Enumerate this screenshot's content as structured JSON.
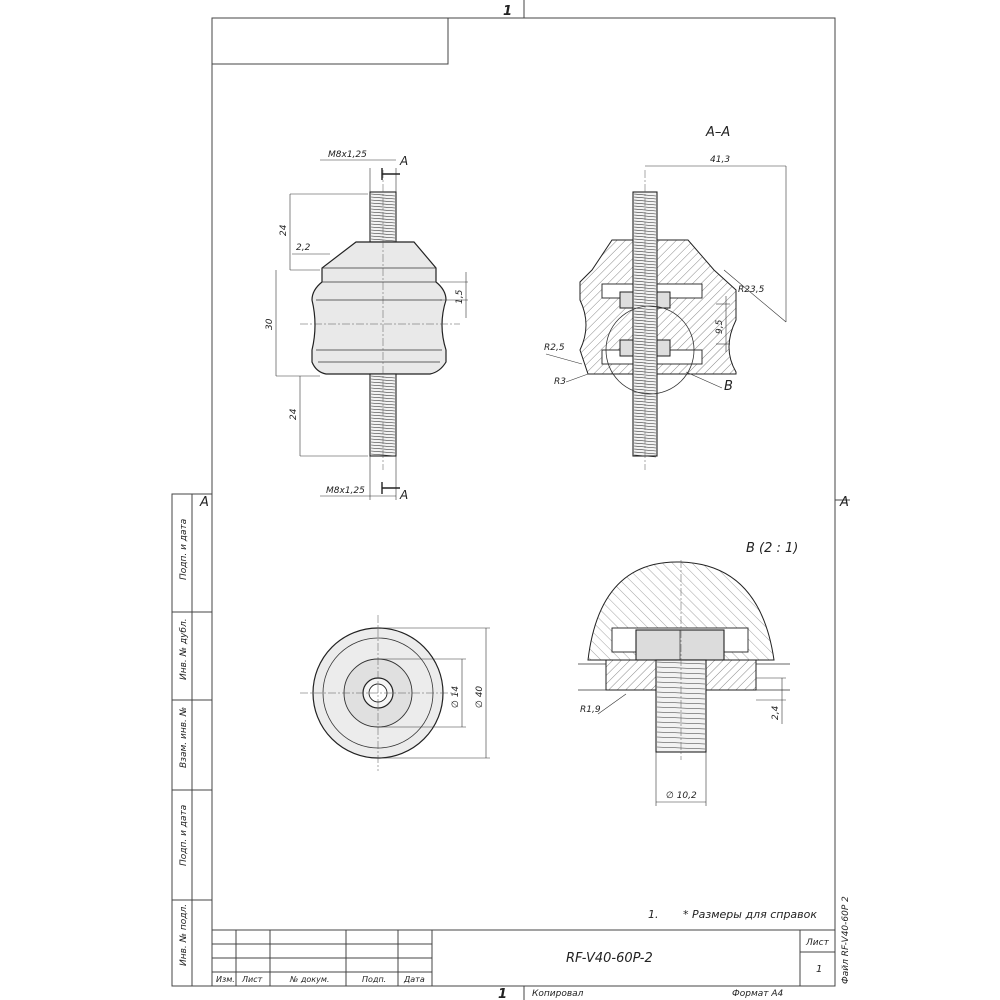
{
  "zones": {
    "top": "1",
    "bottom": "1",
    "left": "A",
    "right": "A"
  },
  "side_stamp": [
    "Подп. и дата",
    "Инв. № дубл.",
    "Взам. инв. №",
    "Подп. и дата",
    "Инв. № подл."
  ],
  "views": {
    "section_title": "A–A",
    "detail_title": "B (2 : 1)",
    "cut_label_top": "A",
    "cut_label_bottom": "A",
    "detail_marker": "B"
  },
  "dimensions": {
    "thread_top": "M8x1,25",
    "thread_bottom": "M8x1,25",
    "stud_top_len": "24",
    "stud_bottom_len": "24",
    "chamfer": "2,2",
    "height": "30",
    "groove": "1,5",
    "diam_inner": "∅ 14",
    "diam_outer": "∅ 40",
    "section_width": "41,3",
    "radius_outer": "R23,5",
    "nut_gap": "9,5",
    "radius_a": "R2,5",
    "radius_b": "R3",
    "radius_detail": "R1,9",
    "detail_height": "2,4",
    "detail_diam": "∅ 10,2"
  },
  "notes": {
    "number": "1.",
    "text": "* Размеры для справок"
  },
  "title_block": {
    "designation": "RF-V40-60P-2",
    "sheet_label": "Лист",
    "sheet_no": "1",
    "col_izm": "Изм.",
    "col_list": "Лист",
    "col_doc": "№ докум.",
    "col_sign": "Подп.",
    "col_date": "Дата",
    "copied": "Копировал",
    "format": "Формат A4",
    "file": "Файл RF-V40-60P 2"
  }
}
